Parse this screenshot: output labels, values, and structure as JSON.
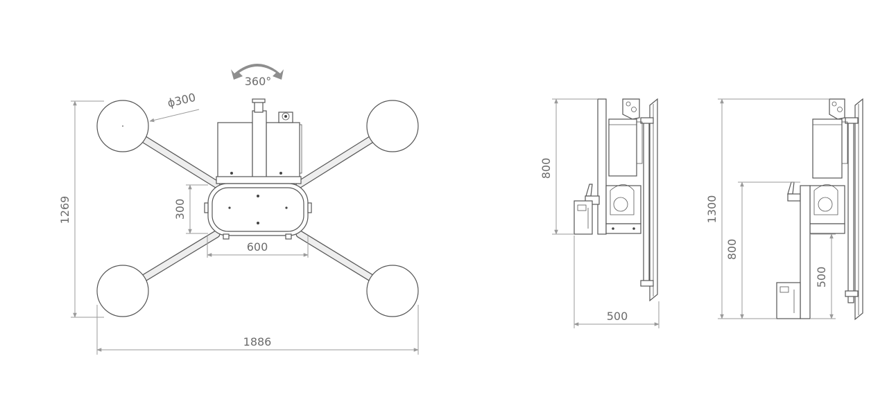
{
  "colors": {
    "line": "#555555",
    "dimension": "#9a9a9a",
    "text": "#6b6b6b",
    "rotation_arrow": "#8e8e8e"
  },
  "top_view": {
    "rotation_label": "360°",
    "cup_diameter_label": "ϕ300",
    "overall_height_label": "1269",
    "overall_width_label": "1886",
    "frame_height_label": "300",
    "frame_width_label": "600"
  },
  "side_view_1": {
    "height_label": "800",
    "depth_label": "500"
  },
  "side_view_2": {
    "total_height_label": "1300",
    "height_label": "800",
    "offset_label": "500"
  }
}
